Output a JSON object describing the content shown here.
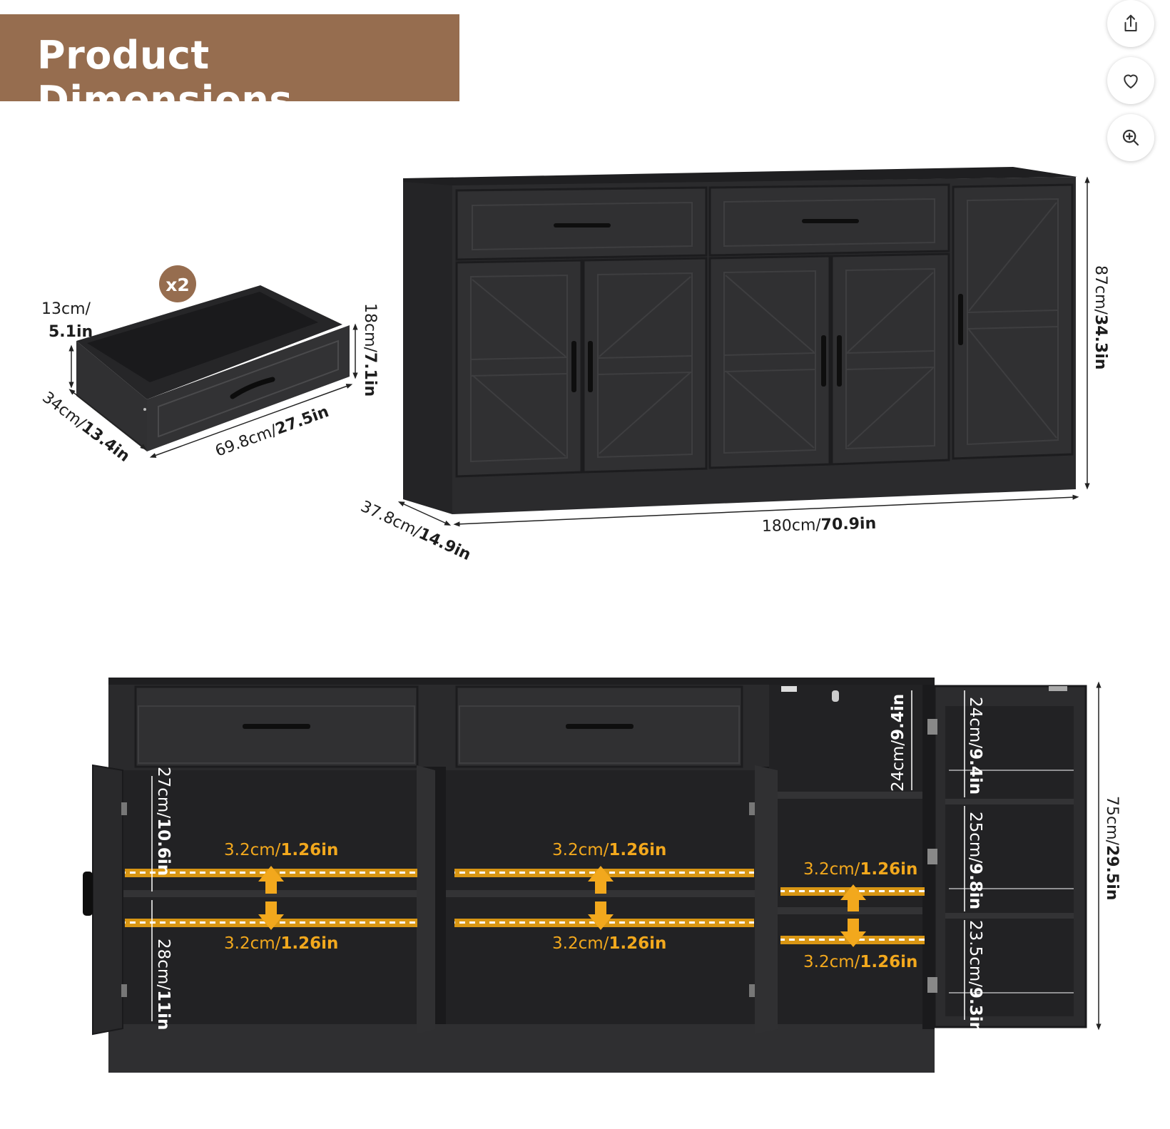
{
  "header": {
    "title": "Product Dimensions"
  },
  "actions": {
    "share": "share-icon",
    "favorite": "heart-icon",
    "zoom": "zoom-in-icon"
  },
  "drawer": {
    "count_badge": "x2",
    "height_cm": "13cm/",
    "height_in": "5.1in",
    "front_height_cm": "18cm/",
    "front_height_in": "7.1in",
    "depth_cm": "34cm/",
    "depth_in": "13.4in",
    "width_cm": "69.8cm/",
    "width_in": "27.5in"
  },
  "cabinet": {
    "height_cm": "87cm/",
    "height_in": "34.3in",
    "width_cm": "180cm/",
    "width_in": "70.9in",
    "depth_cm": "37.8cm/",
    "depth_in": "14.9in"
  },
  "interior": {
    "left_upper_cm": "27cm/",
    "left_upper_in": "10.6in",
    "left_lower_cm": "28cm/",
    "left_lower_in": "11in",
    "shelf_gap_cm": "3.2cm/",
    "shelf_gap_in": "1.26in",
    "right_top_cm": "24cm/",
    "right_top_in": "9.4in",
    "door_top_cm": "24cm/",
    "door_top_in": "9.4in",
    "door_mid_cm": "25cm/",
    "door_mid_in": "9.8in",
    "door_bot_cm": "23.5cm/",
    "door_bot_in": "9.3in",
    "total_height_cm": "75cm/",
    "total_height_in": "29.5in"
  },
  "colors": {
    "banner": "#966d4f",
    "cabinet": "#2b2b2d",
    "accent": "#f2a81d"
  }
}
